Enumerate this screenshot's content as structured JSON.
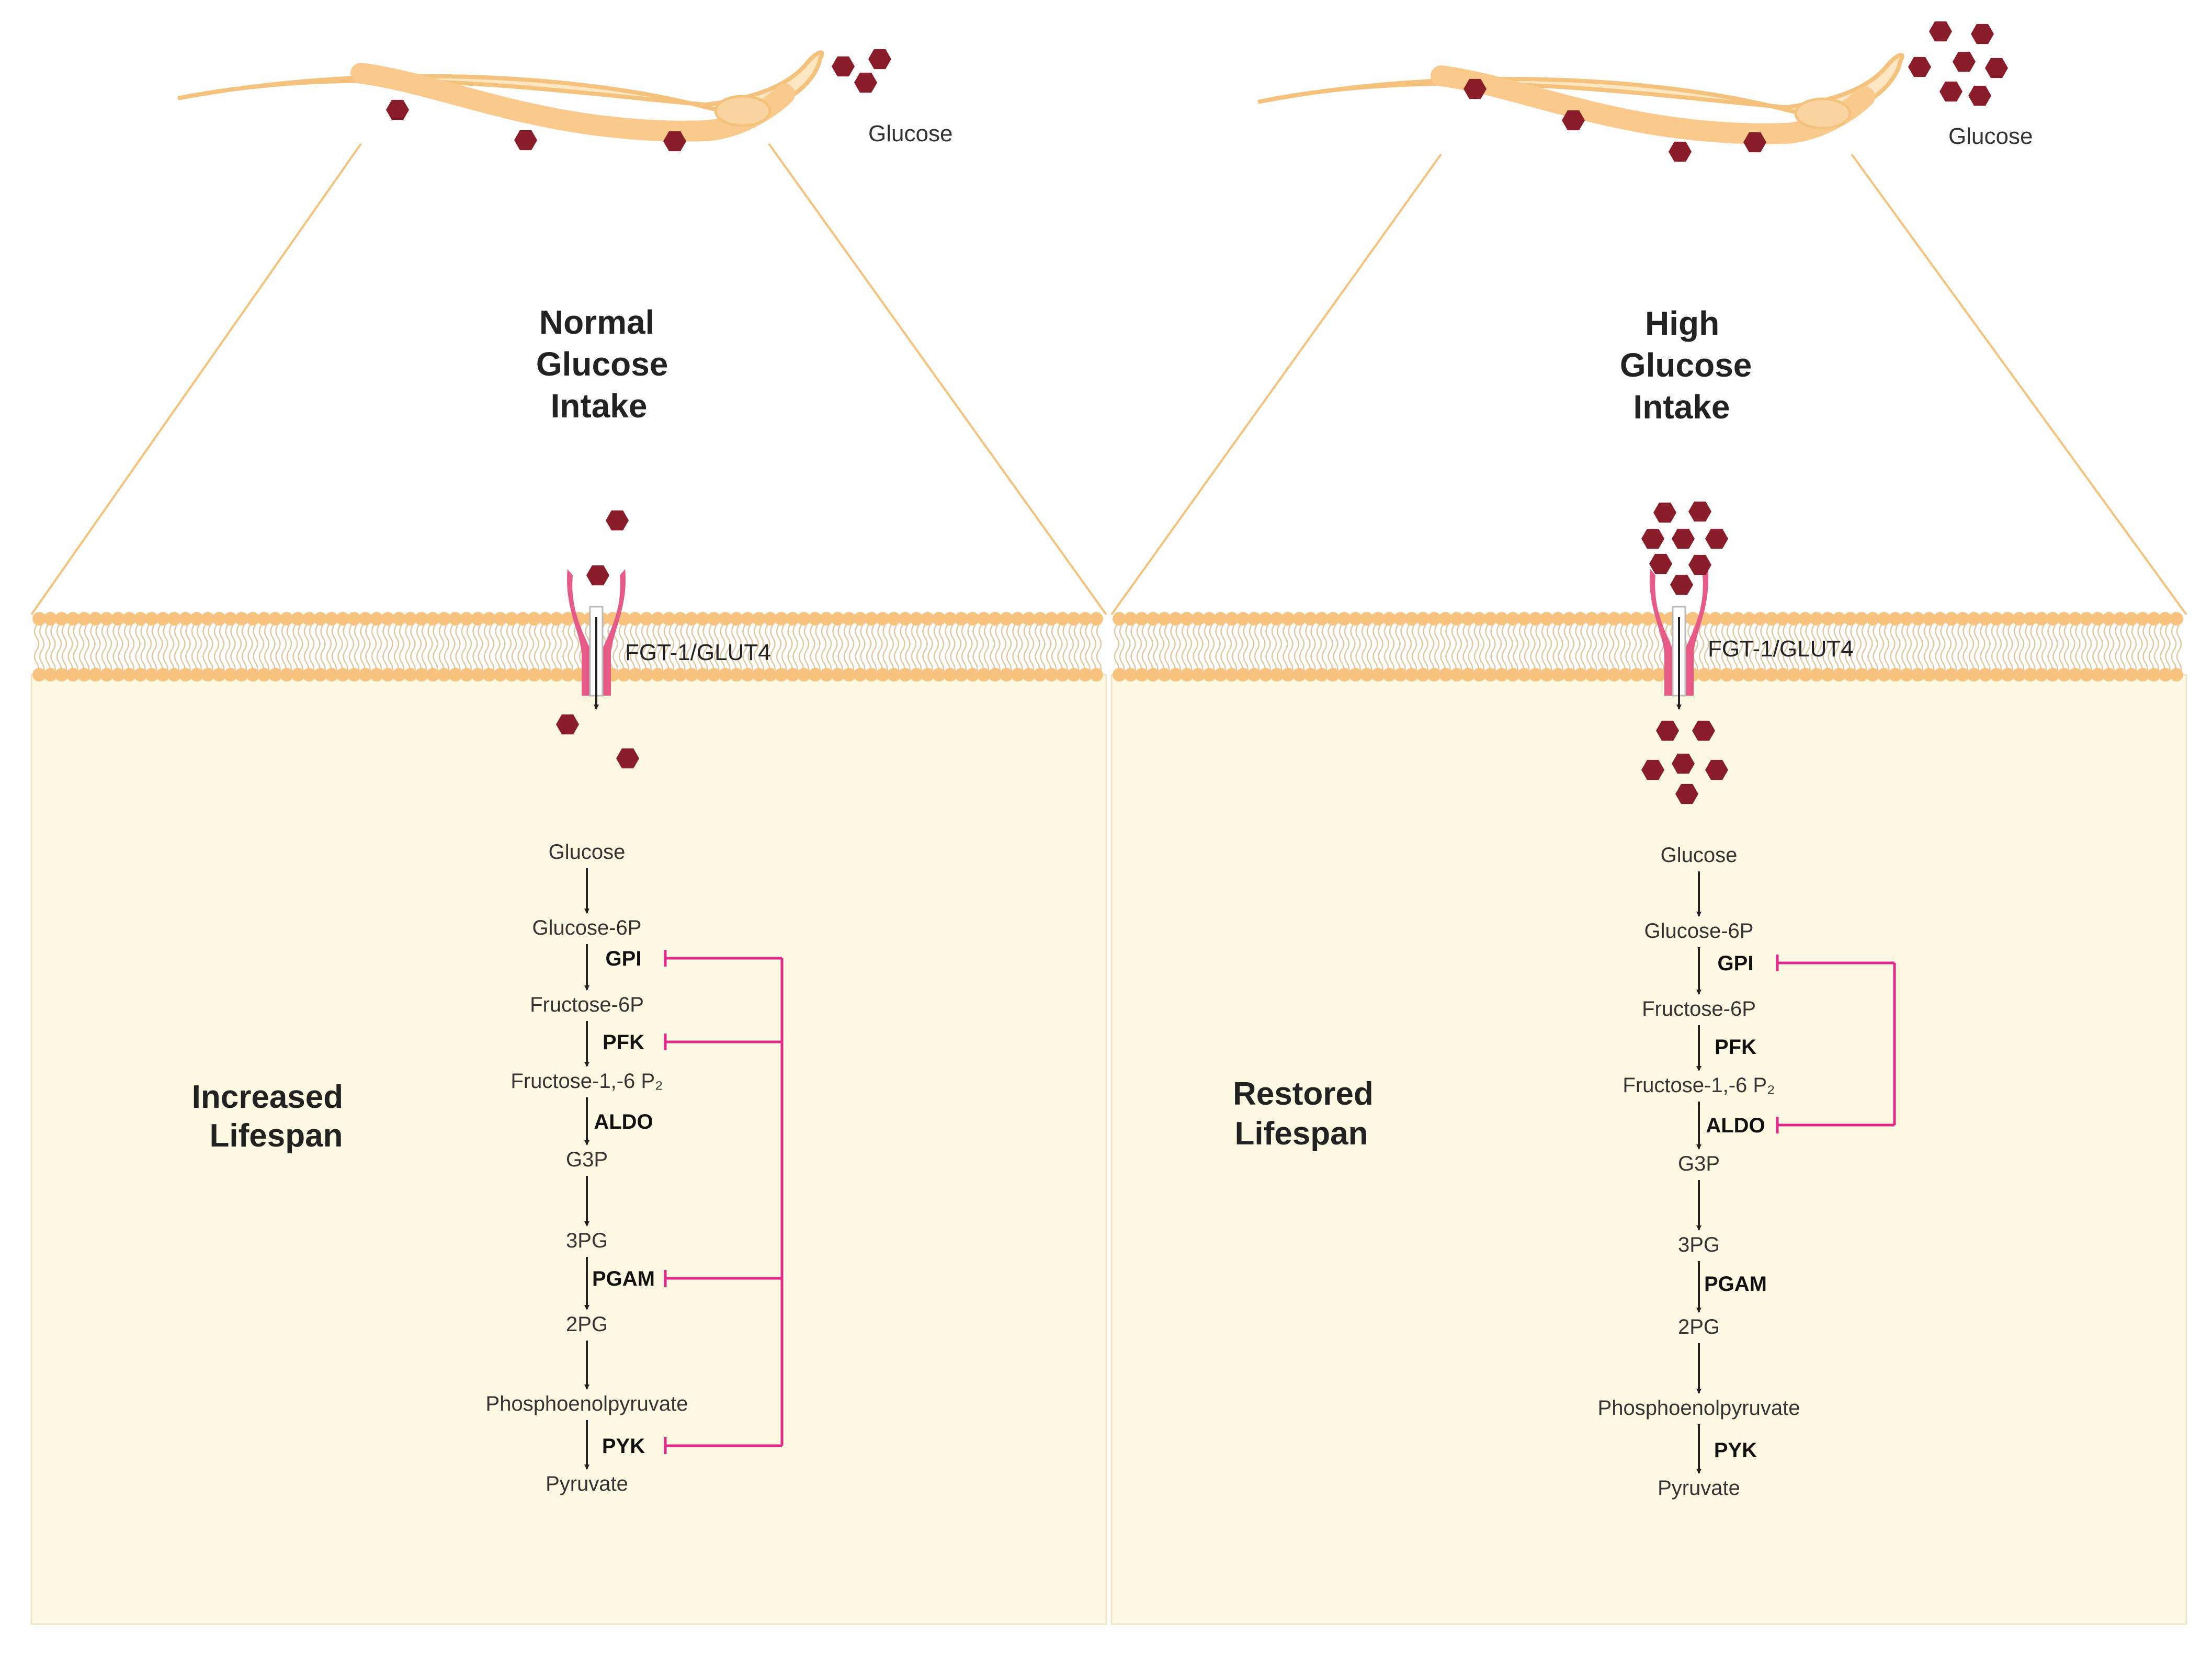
{
  "colors": {
    "cytoplasm": "#fcf8e1",
    "lipid_head": "#f7c37e",
    "worm_body": "#fde6c2",
    "worm_outline": "#f4c27c",
    "worm_gut": "#f9ca8c",
    "glucose": "#8a1d2a",
    "inhibition": "#e0298a",
    "transporter": "#e55a86",
    "arrow": "#222222"
  },
  "icons": {
    "glucose": "glucose-hexagon-icon",
    "transporter": "glucose-transporter-icon",
    "worm": "c-elegans-worm-icon"
  },
  "panels": [
    {
      "id": "left",
      "title_lines": [
        "Normal",
        "Glucose",
        "Intake"
      ],
      "glucose_label": "Glucose",
      "transporter_label": "FGT-1/GLUT4",
      "lifespan_lines": [
        "Increased",
        "Lifespan"
      ],
      "pathway": {
        "metabolites": [
          "Glucose",
          "Glucose-6P",
          "Fructose-6P",
          "Fructose-1,-6 P₂",
          "G3P",
          "3PG",
          "2PG",
          "Phosphoenolpyruvate",
          "Pyruvate"
        ],
        "enzymes": [
          {
            "name": "GPI",
            "inhibited": true
          },
          {
            "name": "PFK",
            "inhibited": true
          },
          {
            "name": "ALDO",
            "inhibited": false
          },
          {
            "name": "PGAM",
            "inhibited": true
          },
          {
            "name": "PYK",
            "inhibited": true
          }
        ]
      }
    },
    {
      "id": "right",
      "title_lines": [
        "High",
        "Glucose",
        "Intake"
      ],
      "glucose_label": "Glucose",
      "transporter_label": "FGT-1/GLUT4",
      "lifespan_lines": [
        "Restored",
        "Lifespan"
      ],
      "pathway": {
        "metabolites": [
          "Glucose",
          "Glucose-6P",
          "Fructose-6P",
          "Fructose-1,-6 P₂",
          "G3P",
          "3PG",
          "2PG",
          "Phosphoenolpyruvate",
          "Pyruvate"
        ],
        "enzymes": [
          {
            "name": "GPI",
            "inhibited": true
          },
          {
            "name": "PFK",
            "inhibited": false
          },
          {
            "name": "ALDO",
            "inhibited": true
          },
          {
            "name": "PGAM",
            "inhibited": false
          },
          {
            "name": "PYK",
            "inhibited": false
          }
        ]
      }
    }
  ]
}
